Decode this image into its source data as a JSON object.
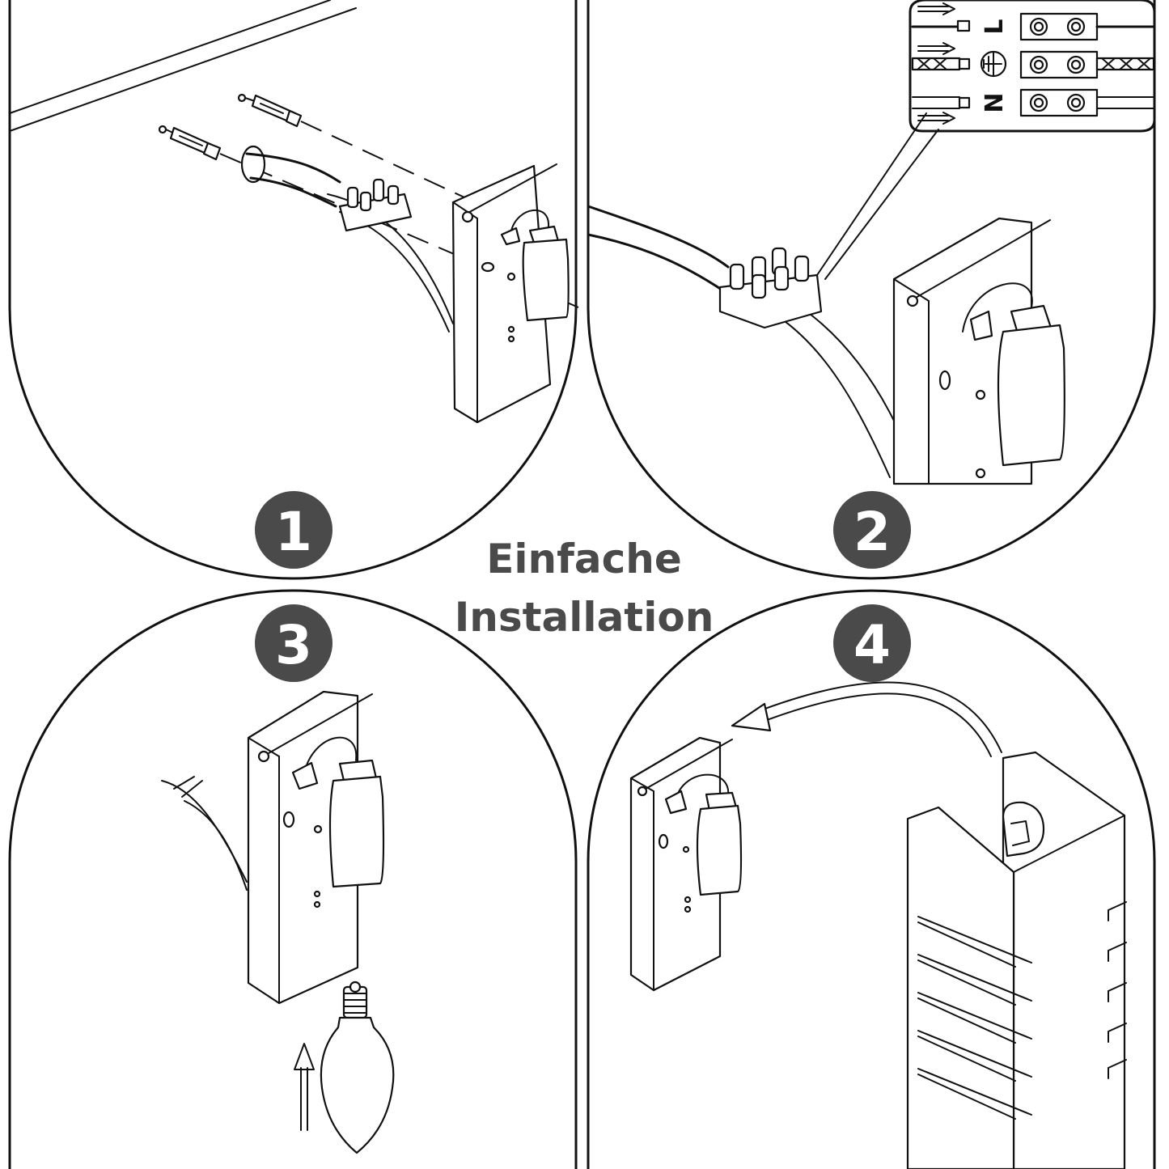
{
  "title": {
    "line1": "Einfache",
    "line2": "Installation"
  },
  "steps": [
    {
      "number": "1"
    },
    {
      "number": "2"
    },
    {
      "number": "3"
    },
    {
      "number": "4"
    }
  ],
  "terminal_labels": [
    "L",
    "N"
  ],
  "icons": {
    "ground": "ground-symbol-icon",
    "arrow": "arrow-right-icon",
    "bulb": "candle-bulb-icon"
  },
  "colors": {
    "badge": "#4a4a4a",
    "title": "#4a4a4a",
    "line": "#111111"
  }
}
